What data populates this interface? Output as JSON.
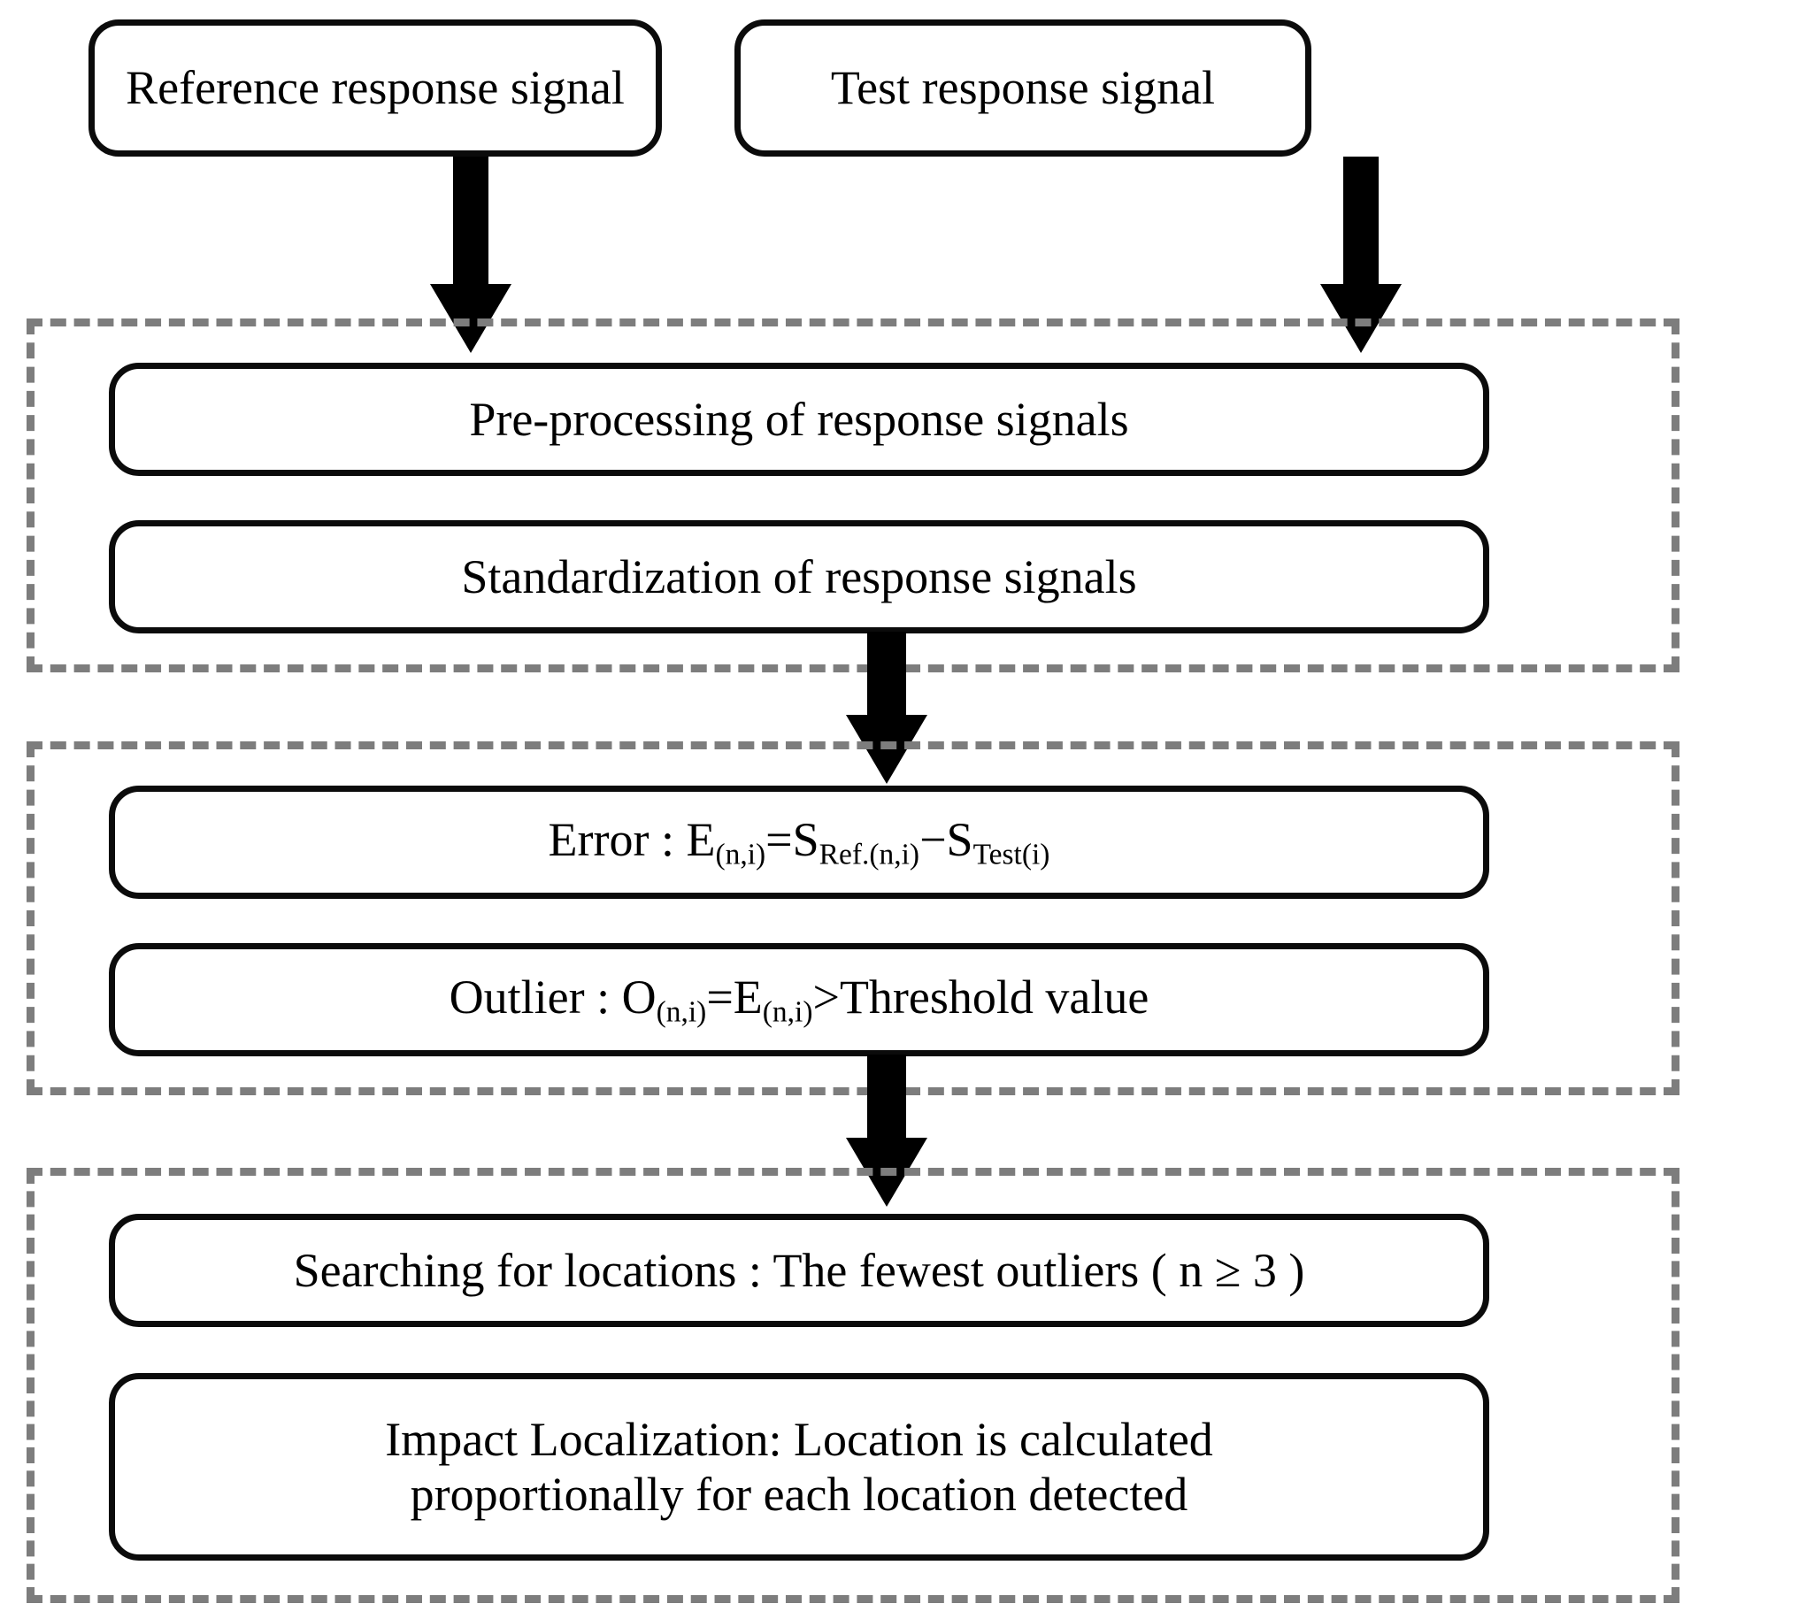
{
  "diagram": {
    "title": "Impact localization algorithm flowchart",
    "colors": {
      "box_border": "#0b0b0b",
      "group_border": "#7d7d7d",
      "arrow": "#000000",
      "background": "#ffffff",
      "text": "#000000"
    },
    "inputs": [
      {
        "id": "reference-response-signal",
        "label": "Reference response signal"
      },
      {
        "id": "test-response-signal",
        "label": "Test response signal"
      }
    ],
    "groups": [
      {
        "id": "signal-processing-group",
        "nodes": [
          {
            "id": "pre-processing",
            "label": "Pre-processing of response signals"
          },
          {
            "id": "standardization",
            "label": "Standardization of response signals"
          }
        ]
      },
      {
        "id": "error-outlier-group",
        "nodes": [
          {
            "id": "error-formula",
            "prefix": "Error : E",
            "sub1": "(n,i)",
            "mid": "=S",
            "sub2": "Ref.(n,i)",
            "mid2": "−S",
            "sub3": "Test(i)",
            "plain": "Error : E(n,i)=SRef.(n,i)−STest(i)"
          },
          {
            "id": "outlier-formula",
            "prefix": "Outlier : O",
            "sub1": "(n,i)",
            "mid": "=E",
            "sub2": "(n,i)",
            "mid2": ">Threshold value",
            "sub3": "",
            "plain": "Outlier : O(n,i)=E(n,i)>Threshold value"
          }
        ]
      },
      {
        "id": "localization-group",
        "nodes": [
          {
            "id": "searching-locations",
            "label": "Searching for locations : The fewest outliers ( n ≥ 3 )"
          },
          {
            "id": "impact-localization",
            "label": "Impact Localization:  Location is calculated\nproportionally for each location detected"
          }
        ]
      }
    ],
    "arrows": [
      {
        "id": "arrow-reference-to-preprocessing",
        "from": "reference-response-signal",
        "to": "pre-processing"
      },
      {
        "id": "arrow-test-to-preprocessing",
        "from": "test-response-signal",
        "to": "pre-processing"
      },
      {
        "id": "arrow-standardization-to-error",
        "from": "standardization",
        "to": "error-formula"
      },
      {
        "id": "arrow-outlier-to-searching",
        "from": "outlier-formula",
        "to": "searching-locations"
      }
    ]
  }
}
